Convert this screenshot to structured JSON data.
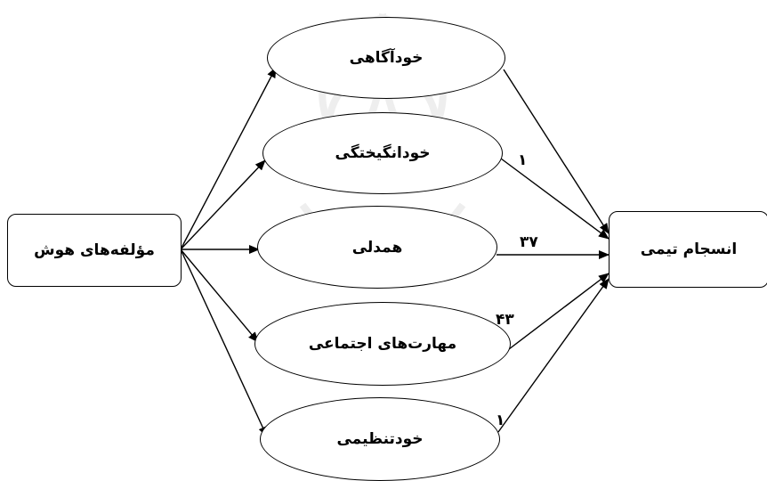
{
  "source": {
    "label": "مؤلفه‌های هوش"
  },
  "target": {
    "label": "انسجام تیمی"
  },
  "components": [
    {
      "label": "خودآگاهی"
    },
    {
      "label": "خودانگیختگی"
    },
    {
      "label": "همدلی"
    },
    {
      "label": "مهارت‌های اجتماعی"
    },
    {
      "label": "خودتنظیمی"
    }
  ],
  "coefficients": [
    "۱",
    "۳۷",
    "۴۳",
    "۱"
  ]
}
